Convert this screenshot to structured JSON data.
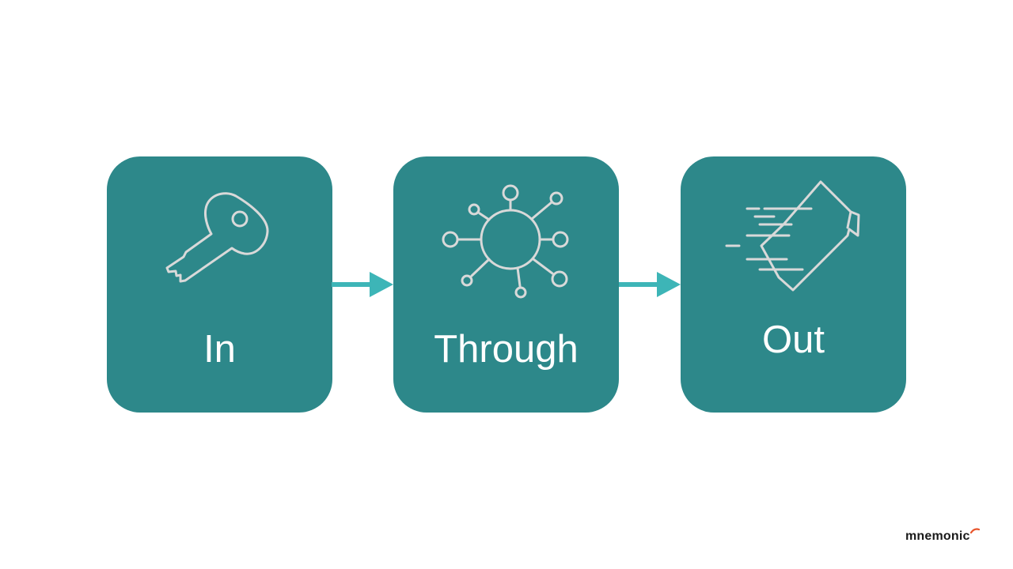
{
  "steps": [
    {
      "label": "In",
      "icon": "key-icon"
    },
    {
      "label": "Through",
      "icon": "network-hub-icon"
    },
    {
      "label": "Out",
      "icon": "flying-document-icon"
    }
  ],
  "colors": {
    "box": "#2d888a",
    "arrow": "#3db5b7",
    "icon_stroke": "#d9d9d9",
    "label": "#ffffff",
    "logo_accent": "#e8542b"
  },
  "logo": {
    "text": "mnemonic"
  }
}
